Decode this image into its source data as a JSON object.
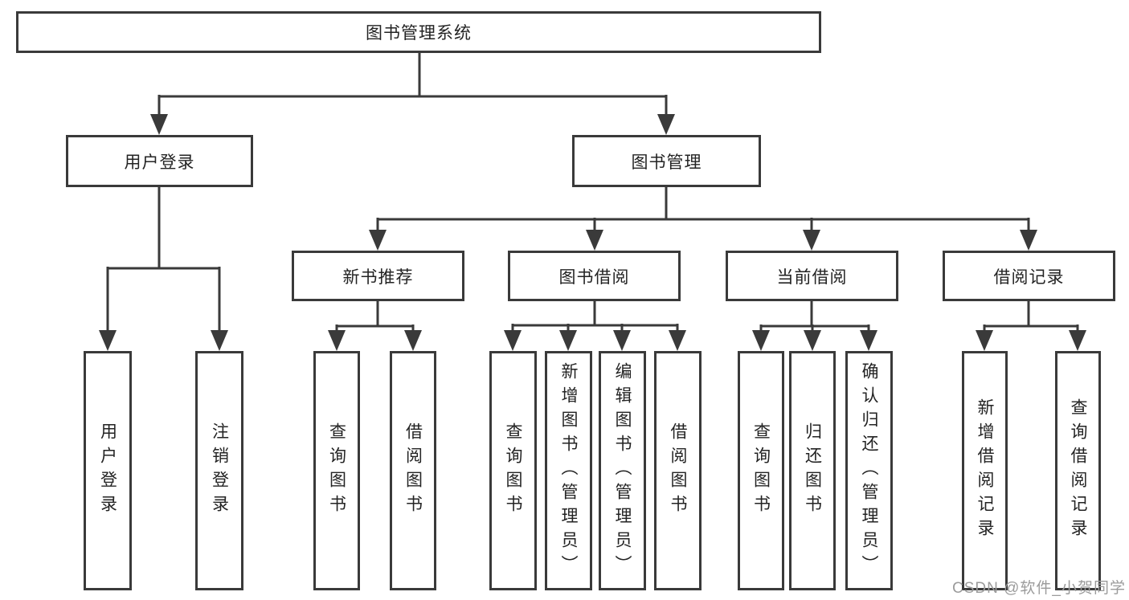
{
  "tree": {
    "label": "图书管理系统",
    "children": [
      {
        "label": "用户登录",
        "children": [
          {
            "label": "用户登录"
          },
          {
            "label": "注销登录"
          }
        ]
      },
      {
        "label": "图书管理",
        "children": [
          {
            "label": "新书推荐",
            "children": [
              {
                "label": "查询图书"
              },
              {
                "label": "借阅图书"
              }
            ]
          },
          {
            "label": "图书借阅",
            "children": [
              {
                "label": "查询图书"
              },
              {
                "label": "新增图书（管理员）"
              },
              {
                "label": "编辑图书（管理员）"
              },
              {
                "label": "借阅图书"
              }
            ]
          },
          {
            "label": "当前借阅",
            "children": [
              {
                "label": "查询图书"
              },
              {
                "label": "归还图书"
              },
              {
                "label": "确认归还（管理员）"
              }
            ]
          },
          {
            "label": "借阅记录",
            "children": [
              {
                "label": "新增借阅记录"
              },
              {
                "label": "查询借阅记录"
              }
            ]
          }
        ]
      }
    ]
  },
  "watermark": {
    "text": "CSDN @软件_小贺同学"
  },
  "colors": {
    "line": "#3a3a3a",
    "box_border": "#3a3a3a",
    "text": "#232323",
    "watermark": "#9b9b9b",
    "background": "#ffffff"
  }
}
